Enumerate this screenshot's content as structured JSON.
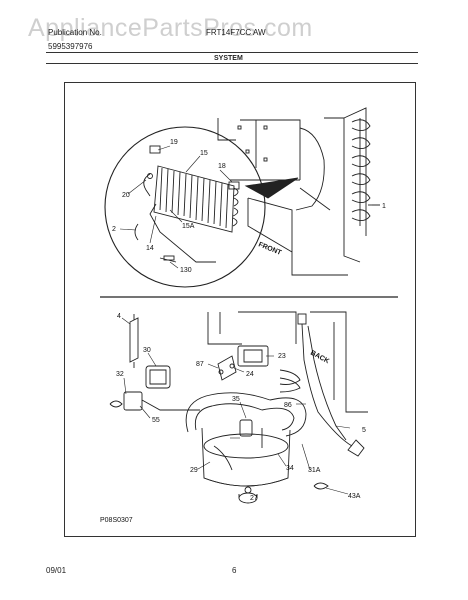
{
  "watermark": "AppliancePartsPros.com",
  "header": {
    "publication_label": "Publication No.",
    "publication_no": "5995397976",
    "model": "FRT14F7CC AW",
    "section": "SYSTEM"
  },
  "callouts": {
    "c1": "1",
    "c2": "2",
    "c4": "4",
    "c5": "5",
    "c14": "14",
    "c15": "15",
    "c15a": "15A",
    "c18": "18",
    "c19": "19",
    "c20": "20",
    "c23": "23",
    "c24": "24",
    "c27": "27",
    "c29": "29",
    "c30": "30",
    "c31a": "31A",
    "c32": "32",
    "c34": "34",
    "c35": "35",
    "c43a": "43A",
    "c55": "55",
    "c86": "86",
    "c87": "87",
    "c130": "130"
  },
  "labels": {
    "front": "FRONT",
    "back": "BACK"
  },
  "diagram_id": "P08S0307",
  "footer": {
    "date": "09/01",
    "page": "6"
  }
}
